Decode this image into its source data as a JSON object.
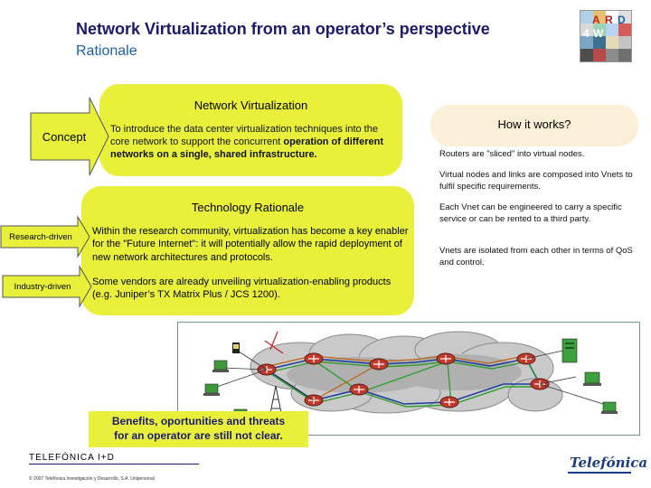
{
  "header": {
    "title": "Network Virtualization from an operator’s perspective",
    "subtitle": "Rationale"
  },
  "logo": {
    "letters": [
      "A",
      "R",
      "D",
      "4",
      "W"
    ],
    "tile_colors": [
      "#b0d0e8",
      "#e6c26e",
      "#ffffff",
      "#e0e0e0",
      "#d9d9d9",
      "#9fd3b5",
      "#b8d4f0",
      "#d65b5b",
      "#7aa7c7",
      "#3f6f8f",
      "#e6d9b8",
      "#c4c4c4",
      "#4d4d4d",
      "#b84a4a",
      "#8c8c8c",
      "#6f6f6f"
    ]
  },
  "network_virtualization": {
    "heading": "Network Virtualization",
    "concept_label": "Concept",
    "text_plain": "To introduce the data center virtualization techniques into the core network to support the concurrent ",
    "text_bold": "operation of different networks on a single, shared infrastructure."
  },
  "technology_rationale": {
    "heading": "Technology Rationale",
    "research_label": "Research-driven",
    "research_text": "Within the research community, virtualization has become a key enabler for the \"Future Internet\": it will potentially allow the rapid deployment of new network architectures and protocols.",
    "industry_label": "Industry-driven",
    "industry_text": "Some vendors are already unveiling virtualization-enabling products (e.g. Juniper’s TX Matrix Plus / JCS 1200)."
  },
  "how_it_works": {
    "title": "How it works?",
    "points": [
      "Routers are \"sliced\" into virtual nodes.",
      "Virtual nodes and links are composed into Vnets to fulfil specific requirements.",
      "Each Vnet can be engineered to carry a specific service or can be rented to a third party.",
      "Vnets are isolated from each other in terms of QoS and control."
    ]
  },
  "benefits": {
    "line1": "Benefits, oportunities and threats",
    "line2": "for an operator are still not clear."
  },
  "colors": {
    "panel_yellow": "#e8f03a",
    "how_panel": "#fbefd8",
    "title_navy": "#1a1a6e",
    "subtitle_blue": "#1a5fa8",
    "router_red": "#c0392b",
    "cloud": "#c9c9c9"
  },
  "footer": {
    "company": "TELEFÓNICA I+D",
    "copyright": "© 2007 Telefónica Investigación y Desarrollo, S.A. Unipersonal",
    "brand": "Telefónica"
  }
}
